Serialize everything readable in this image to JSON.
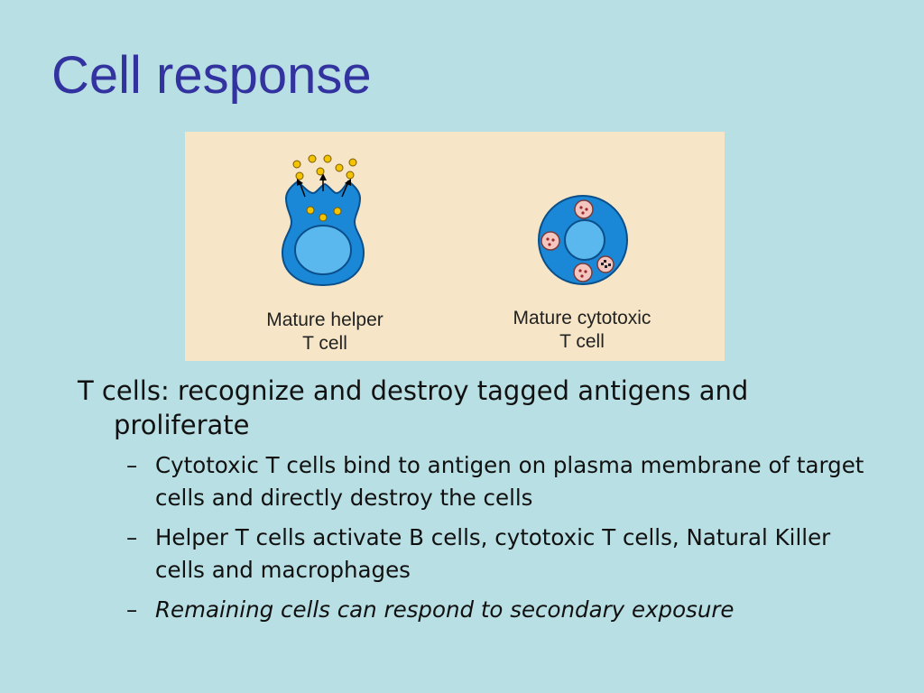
{
  "title": "Cell response",
  "figure": {
    "left_caption_line1": "Mature helper",
    "left_caption_line2": "T cell",
    "right_caption_line1": "Mature cytotoxic",
    "right_caption_line2": "T cell"
  },
  "bullets": {
    "main": "T cells: recognize and destroy tagged antigens and proliferate",
    "sub": [
      {
        "dash": "–",
        "text": "Cytotoxic T cells bind to antigen on plasma membrane of target cells and directly destroy the cells"
      },
      {
        "dash": "–",
        "text": "Helper T cells activate B cells, cytotoxic T cells, Natural Killer cells and macrophages"
      },
      {
        "dash": "–",
        "text": "Remaining cells can respond to secondary exposure"
      }
    ]
  },
  "colors": {
    "background": "#b8dfe3",
    "title": "#3333a0",
    "cell_blue": "#1a88d6",
    "nucleus": "#5ab8ee",
    "antigen_yellow": "#f5c400",
    "figure_bg": "#f6e6c7"
  }
}
